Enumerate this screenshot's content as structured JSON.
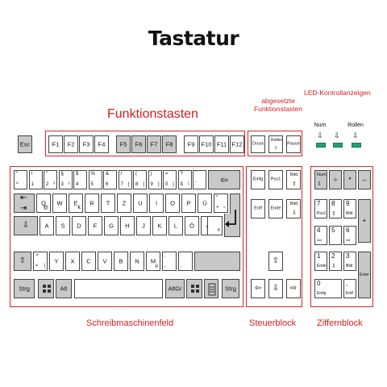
{
  "title": "Tastatur",
  "labels": {
    "funktionstasten": "Funktionstasten",
    "abgesetzte1": "abgesetzte",
    "abgesetzte2": "Funktionstasten",
    "led": "LED-Kontrollanzeigen",
    "schreib": "Schreibmaschinenfeld",
    "steuer": "Steuerblock",
    "ziffern": "Ziffernblock"
  },
  "leds": {
    "num": "Num",
    "rollen": "Rollen",
    "arrow": "⇩"
  },
  "keys": {
    "esc": "Esc",
    "f1": "F1",
    "f2": "F2",
    "f3": "F3",
    "f4": "F4",
    "f5": "F5",
    "f6": "F6",
    "f7": "F7",
    "f8": "F8",
    "f9": "F9",
    "f10": "F10",
    "f11": "F11",
    "f12": "F12",
    "druck": "Druck",
    "rollen": "Rollen",
    "pause": "Pause",
    "einfg": "Einfg",
    "pos1": "Pos1",
    "bildup": "Bild",
    "entf": "Entf",
    "ende": "Ende",
    "bilddn": "Bild",
    "num": "Num",
    "div": "÷",
    "mul": "*",
    "minus": "–",
    "plus": "+",
    "enter": "Enter",
    "komma": ",",
    "entf2": "Entf",
    "n7": "7",
    "n8": "8",
    "n9": "9",
    "n4": "4",
    "n5": "5",
    "n6": "6",
    "n1": "1",
    "n2": "2",
    "n3": "3",
    "n0": "0",
    "pos1b": "Pos1",
    "bildb": "Bild",
    "endeb": "Ende",
    "bild3": "Bild",
    "einfg0": "Einfg",
    "strg": "Strg",
    "alt": "Alt",
    "altgr": "AltGr",
    "q": "Q",
    "w": "W",
    "e": "E",
    "r": "R",
    "t": "T",
    "z": "Z",
    "u": "U",
    "i": "I",
    "o": "O",
    "p": "P",
    "ue": "Ü",
    "a": "A",
    "s": "S",
    "d": "D",
    "f": "F",
    "g": "G",
    "h": "H",
    "j": "J",
    "k": "K",
    "l": "L",
    "oe": "Ö",
    "ae": "Ä",
    "y": "Y",
    "x": "X",
    "c": "C",
    "v": "V",
    "b": "B",
    "n": "N",
    "m": "M",
    "at": "@",
    "euro": "€",
    "mu": "µ",
    "hash": "#",
    "num_row": [
      "°",
      "!",
      "\"",
      "§",
      "$",
      "%",
      "&",
      "/",
      "(",
      ")",
      "=",
      "?",
      "`"
    ],
    "num_row_low": [
      "^",
      "1",
      "2",
      "3",
      "4",
      "5",
      "6",
      "7",
      "8",
      "9",
      "0",
      "ß",
      "´"
    ],
    "num_row_alt": [
      "",
      "",
      "²",
      "³",
      "",
      "",
      "",
      "{",
      "[",
      "]",
      "}",
      "\\",
      ""
    ],
    "plus_key": [
      "*",
      "+",
      "~"
    ],
    "lt": [
      "<",
      ">",
      "|"
    ],
    "punct": [
      ";",
      ",",
      ":",
      ".",
      "_",
      "-"
    ]
  },
  "arrows": {
    "left": "⇦",
    "right": "⇨",
    "up": "⇧",
    "down": "⇩",
    "tab_l": "⇤",
    "tab_r": "⇥"
  }
}
